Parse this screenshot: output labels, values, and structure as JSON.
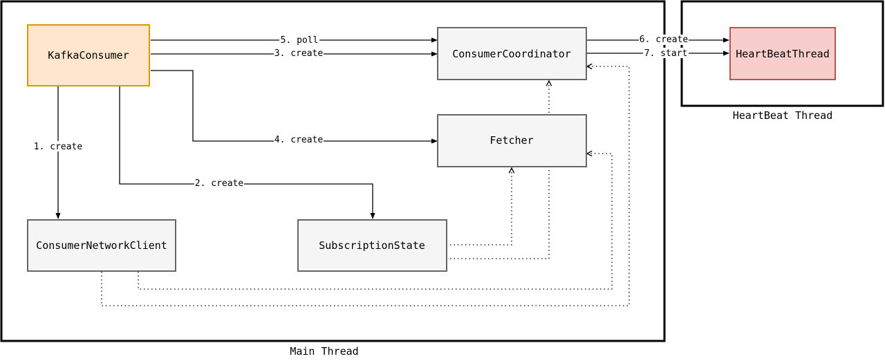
{
  "containers": {
    "main_thread": {
      "label": "Main Thread"
    },
    "heartbeat_thread": {
      "label": "HeartBeat Thread"
    }
  },
  "nodes": {
    "kafka_consumer": {
      "label": "KafkaConsumer",
      "fill": "#ffe6cc",
      "stroke": "#d79b00"
    },
    "consumer_coordinator": {
      "label": "ConsumerCoordinator",
      "fill": "#f5f5f5",
      "stroke": "#666666"
    },
    "fetcher": {
      "label": "Fetcher",
      "fill": "#f5f5f5",
      "stroke": "#666666"
    },
    "consumer_network_client": {
      "label": "ConsumerNetworkClient",
      "fill": "#f5f5f5",
      "stroke": "#666666"
    },
    "subscription_state": {
      "label": "SubscriptionState",
      "fill": "#f5f5f5",
      "stroke": "#666666"
    },
    "heartbeat_thread_node": {
      "label": "HeartBeatThread",
      "fill": "#f8cecc",
      "stroke": "#b85450"
    }
  },
  "edges": {
    "poll": {
      "label": "5. poll"
    },
    "create_coordinator": {
      "label": "3. create"
    },
    "create_heartbeat": {
      "label": "6. create"
    },
    "start_heartbeat": {
      "label": "7. start"
    },
    "create_fetcher": {
      "label": "4. create"
    },
    "create_network_client": {
      "label": "1. create"
    },
    "create_subscription_state": {
      "label": "2. create"
    }
  }
}
